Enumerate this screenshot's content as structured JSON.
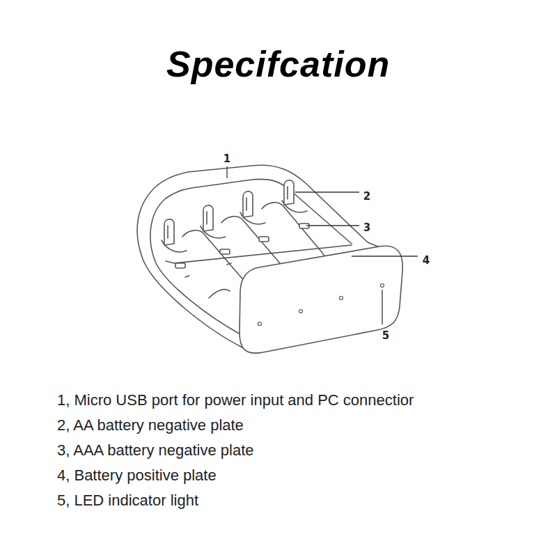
{
  "diagram": {
    "title": "Specifcation",
    "labels": [
      "1",
      "2",
      "3",
      "4",
      "5",
      "1, Micro USB port for power input and PC connectior",
      "2, AA battery negative plate",
      "3, AAA battery negative plate",
      "4, Battery positive plate",
      "5, LED indicator light"
    ]
  }
}
